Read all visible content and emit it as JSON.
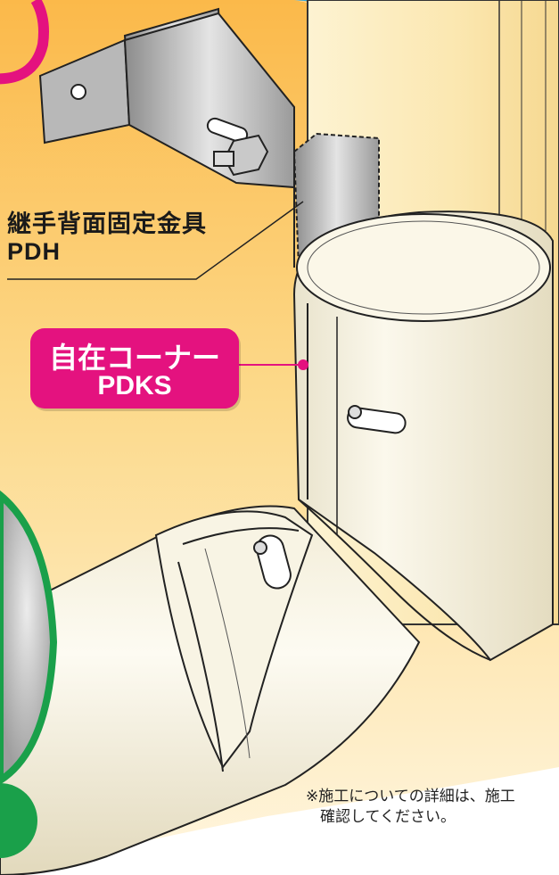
{
  "bracket_label": {
    "line1": "継手背面固定金具",
    "line2": "PDH"
  },
  "corner_badge": {
    "line1": "自在コーナー",
    "line2": "PDKS"
  },
  "note": {
    "line1": "※施工についての詳細は、施工",
    "line2": "確認してください。"
  },
  "colors": {
    "magenta": "#e4127f",
    "green": "#1aa04a",
    "sky": "#2aa6e0",
    "warm_bg": "#fcd27a",
    "pipe": "#f6f1e0"
  },
  "icons": [
    "hex-bolt-icon",
    "screw-icon"
  ]
}
